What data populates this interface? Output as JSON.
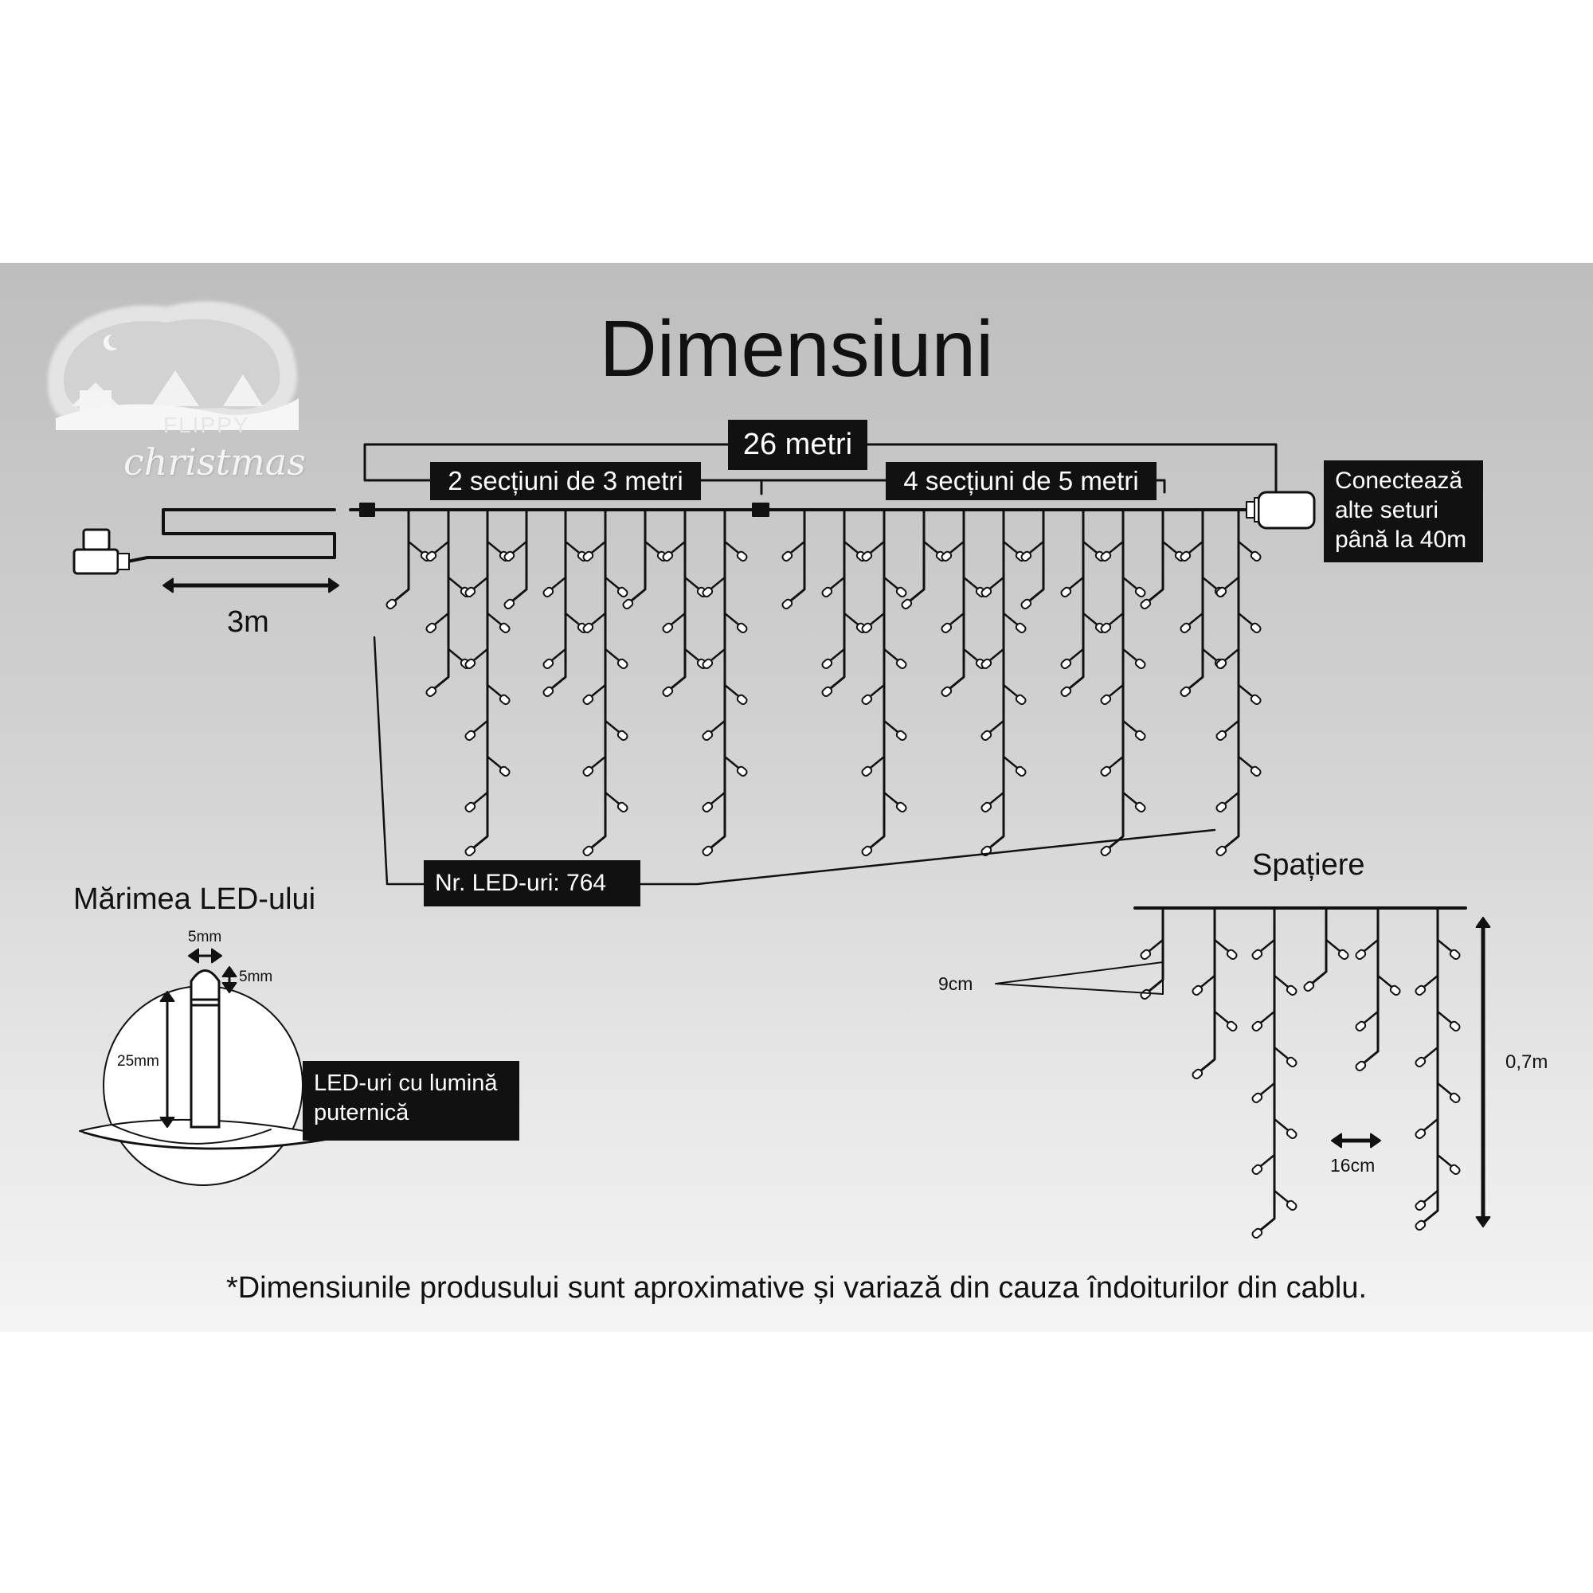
{
  "title": "Dimensiuni",
  "colors": {
    "line": "#111111",
    "label_box": "#111111",
    "label_text": "#ffffff",
    "background_top": "#bebebe",
    "background_bottom": "#f4f4f4"
  },
  "brand": {
    "top_text": "FLIPPY",
    "bottom_text": "christmas"
  },
  "dimensions": {
    "total_length": "26 metri",
    "section_a": "2 secțiuni de 3 metri",
    "section_b": "4 secțiuni de 5 metri",
    "connect_info": [
      "Conectează",
      "alte seturi",
      "până la 40m"
    ],
    "lead_length": "3m",
    "led_count": "Nr. LED-uri: 764"
  },
  "spacing": {
    "title": "Spațiere",
    "vertical": "9cm",
    "horizontal": "16cm",
    "height": "0,7m"
  },
  "led_size": {
    "title": "Mărimea LED-ului",
    "width": "5mm",
    "height": "5mm",
    "length": "25mm",
    "description": [
      "LED-uri cu lumină",
      "puternică"
    ]
  },
  "footnote": "*Dimensiunile produsului sunt aproximative și variază din cauza îndoiturilor din cablu."
}
